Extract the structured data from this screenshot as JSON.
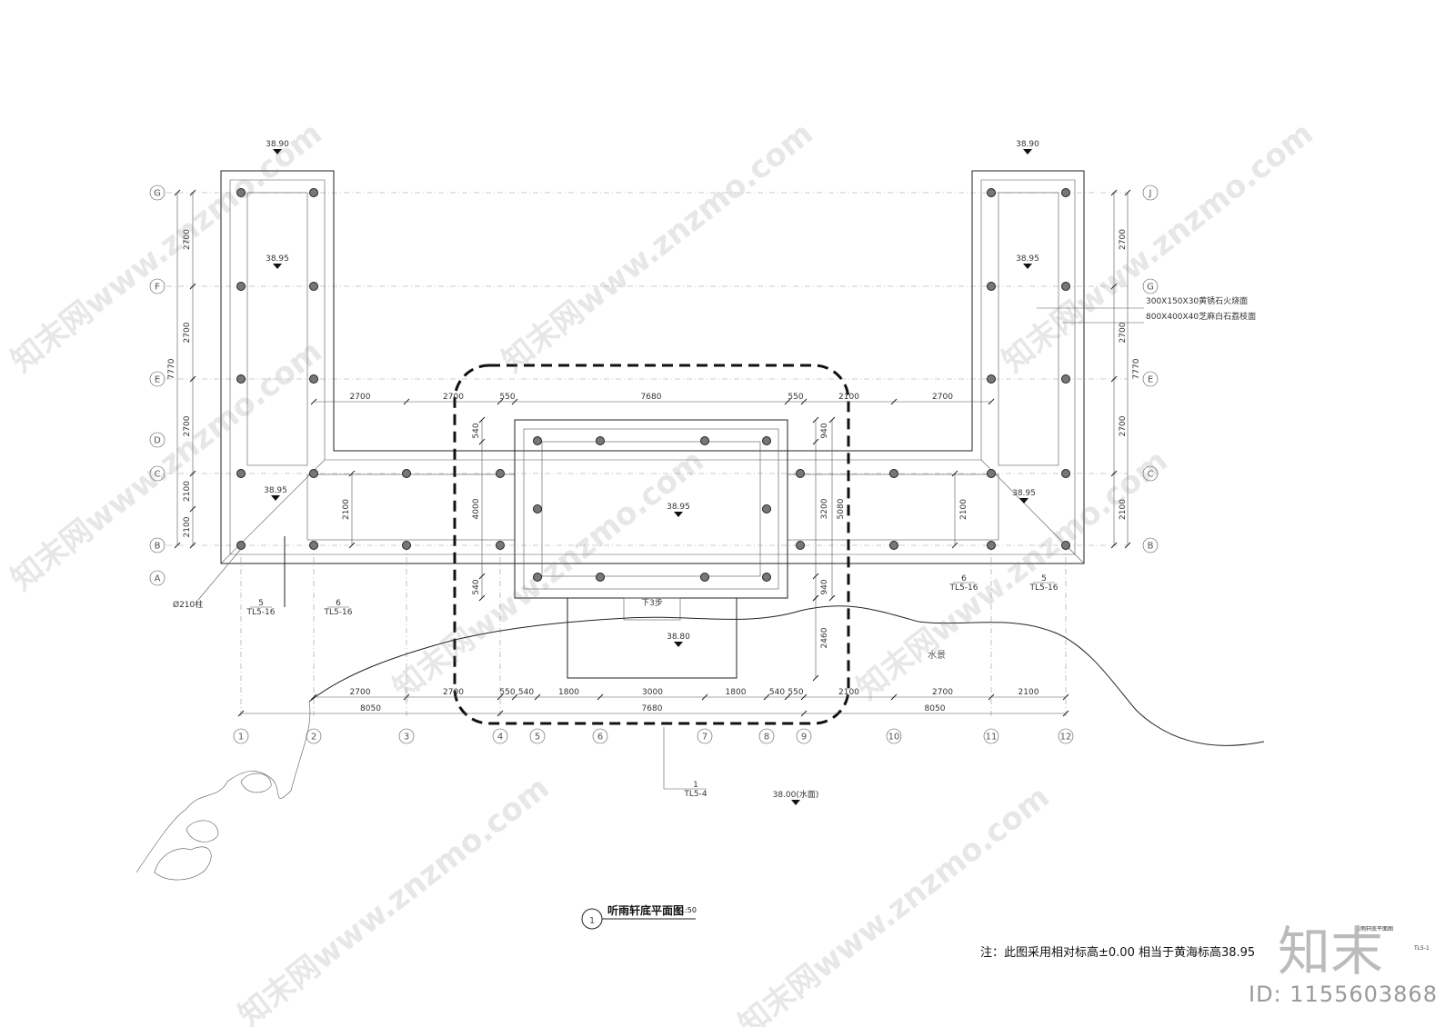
{
  "drawing": {
    "title": "听雨轩底平面图",
    "scale": "1:50",
    "view_number": "1",
    "note": "注：此图采用相对标高±0.00 相当于黄海标高38.95",
    "sheet_name": "听雨轩底平面图",
    "sheet_code": "TL5-1"
  },
  "elevations": {
    "top_left": "38.90",
    "top_right": "38.90",
    "wing_left": "38.95",
    "wing_right": "38.95",
    "corridor_left": "38.95",
    "corridor_right": "38.95",
    "center": "38.95",
    "steps": "38.80",
    "water": "38.00(水面)"
  },
  "grid_axes": {
    "bottom": [
      "1",
      "2",
      "3",
      "4",
      "5",
      "6",
      "7",
      "8",
      "9",
      "10",
      "11",
      "12"
    ],
    "left": [
      "G",
      "F",
      "E",
      "D",
      "C",
      "B",
      "A"
    ],
    "right": [
      "J",
      "G",
      "E",
      "C",
      "B"
    ]
  },
  "dimensions": {
    "top_run": [
      "2700",
      "2700",
      "550",
      "7680",
      "550",
      "2100",
      "2700"
    ],
    "bottom_run": [
      "2700",
      "2700",
      "550",
      "540",
      "1800",
      "3000",
      "1800",
      "540",
      "550",
      "2100",
      "2700",
      "2100"
    ],
    "bottom_totals": [
      "8050",
      "7680",
      "8050"
    ],
    "left_vertical": [
      "2700",
      "2700",
      "2700",
      "2100",
      "2100"
    ],
    "left_total": "7770",
    "right_vertical": [
      "2700",
      "2700",
      "2700",
      "2100"
    ],
    "right_total": "7770",
    "center_vertical": [
      "540",
      "4000",
      "540"
    ],
    "corridor_left": "2100",
    "corridor_right": "2100",
    "center_right": [
      "940",
      "3200",
      "940"
    ],
    "center_right_total": "5080",
    "steps_depth": "2460"
  },
  "labels": {
    "material_1": "300X150X30黄锈石火烧面",
    "material_2": "800X400X40芝麻白石荔枝面",
    "column": "Ø210柱",
    "water": "水景",
    "steps": "下3步"
  },
  "callouts": [
    {
      "num": "5",
      "sheet": "TL5-16"
    },
    {
      "num": "6",
      "sheet": "TL5-16"
    },
    {
      "num": "6",
      "sheet": "TL5-16"
    },
    {
      "num": "5",
      "sheet": "TL5-16"
    },
    {
      "num": "1",
      "sheet": "TL5-4"
    }
  ],
  "watermark": {
    "text": "知末网www.znzmo.com",
    "brand": "知末",
    "id": "ID: 1155603868"
  }
}
